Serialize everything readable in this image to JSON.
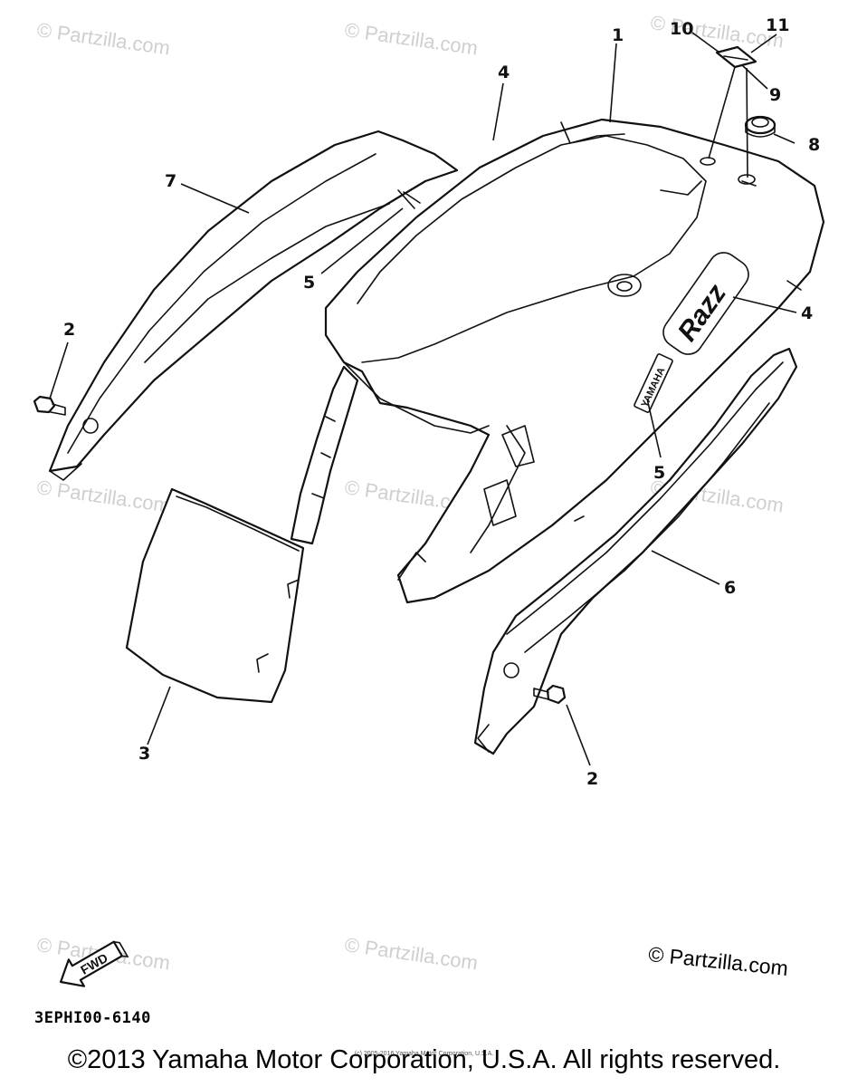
{
  "diagram": {
    "code": "3EPHI00-6140",
    "fwd_label": "FWD",
    "model_badge": "Razz",
    "brand_badge": "YAMAHA"
  },
  "callouts": [
    {
      "id": "c1",
      "label": "1"
    },
    {
      "id": "c2a",
      "label": "2"
    },
    {
      "id": "c2b",
      "label": "2"
    },
    {
      "id": "c3",
      "label": "3"
    },
    {
      "id": "c4a",
      "label": "4"
    },
    {
      "id": "c4b",
      "label": "4"
    },
    {
      "id": "c5a",
      "label": "5"
    },
    {
      "id": "c5b",
      "label": "5"
    },
    {
      "id": "c6",
      "label": "6"
    },
    {
      "id": "c7",
      "label": "7"
    },
    {
      "id": "c8",
      "label": "8"
    },
    {
      "id": "c9",
      "label": "9"
    },
    {
      "id": "c10",
      "label": "10"
    },
    {
      "id": "c11",
      "label": "11"
    }
  ],
  "watermark": "© Partzilla.com",
  "brand_mark": "© Partzilla.com",
  "fine_print": "(c) 2005-2016 Yamaha Motor Corporation, U.S.A.",
  "copyright": "©2013 Yamaha Motor Corporation, U.S.A. All rights reserved."
}
